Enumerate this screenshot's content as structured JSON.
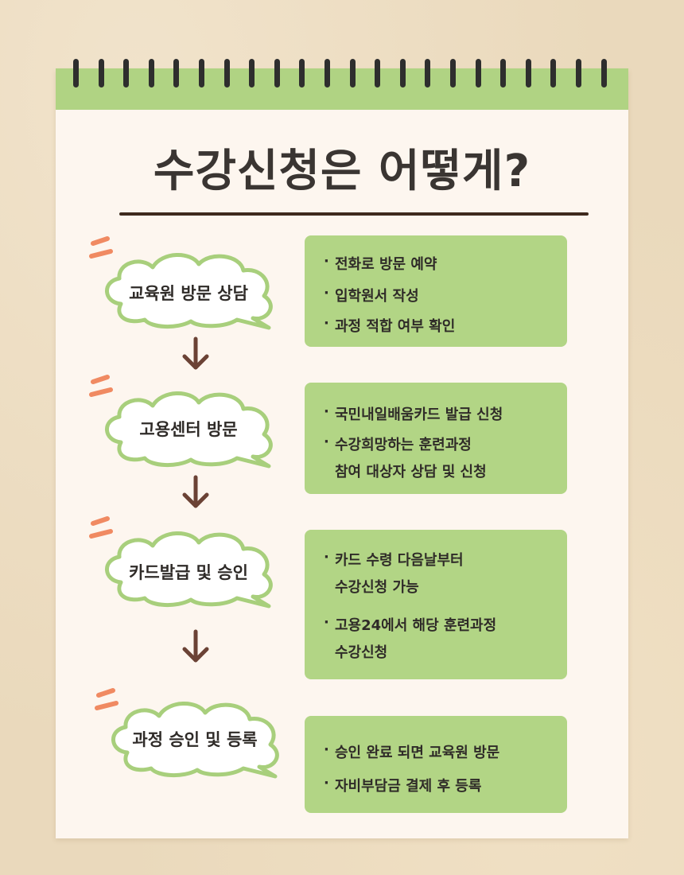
{
  "title": "수강신청은 어떻게?",
  "colors": {
    "accent_green": "#b0d383",
    "box_green": "#b2d585",
    "arrow_brown": "#6b4235",
    "dash_orange": "#f08a62"
  },
  "steps": [
    {
      "label": "교육원 방문 상담",
      "bullets": [
        "전화로 방문 예약",
        "입학원서 작성",
        "과정 적합 여부 확인"
      ]
    },
    {
      "label": "고용센터 방문",
      "bullets": [
        "국민내일배움카드 발급 신청",
        "수강희망하는 훈련과정",
        "참여 대상자 상담 및 신청"
      ]
    },
    {
      "label": "카드발급 및 승인",
      "bullets": [
        "카드 수령 다음날부터",
        "수강신청 가능",
        "고용24에서 해당 훈련과정",
        "수강신청"
      ]
    },
    {
      "label": "과정 승인 및 등록",
      "bullets": [
        "승인 완료 되면 교육원 방문",
        "자비부담금 결제 후 등록"
      ]
    }
  ],
  "bullet_mark": "·"
}
